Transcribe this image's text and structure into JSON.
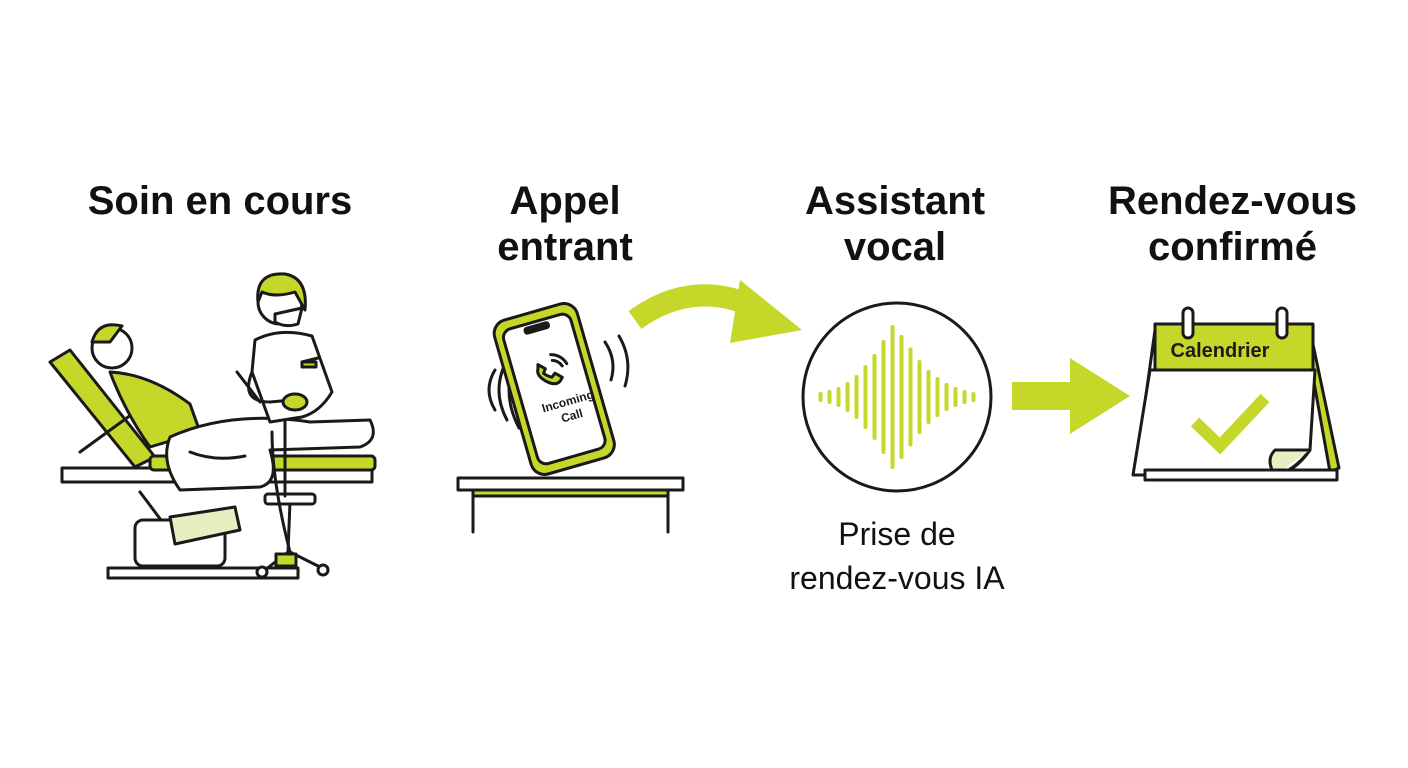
{
  "steps": [
    {
      "title": "Soin en cours",
      "icon": "massage-treatment-icon"
    },
    {
      "title": "Appel\nentrant",
      "icon": "ringing-phone-icon",
      "phone_label": "Incoming\nCall"
    },
    {
      "title": "Assistant\nvocal",
      "icon": "voice-waveform-icon",
      "caption": "Prise de\nrendez-vous IA"
    },
    {
      "title": "Rendez-vous\nconfirmé",
      "icon": "calendar-check-icon",
      "calendar_label": "Calendrier"
    }
  ],
  "colors": {
    "accent": "#c5d82a",
    "ink": "#1a1a1a",
    "light": "#e9eec0"
  }
}
